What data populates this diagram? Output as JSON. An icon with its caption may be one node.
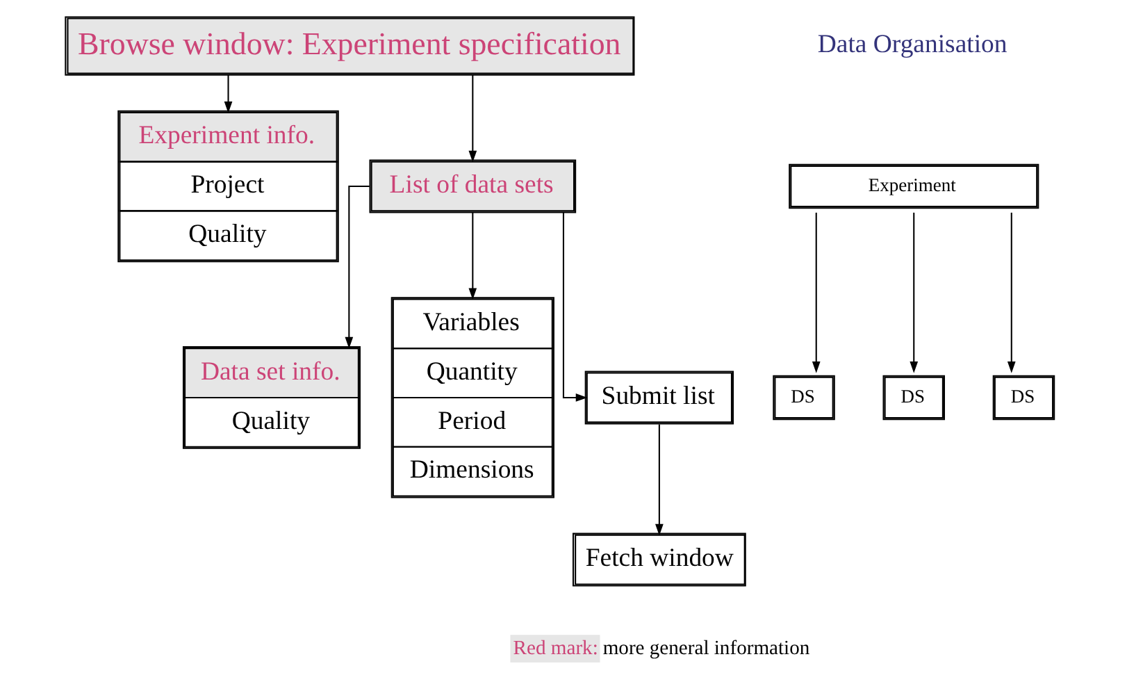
{
  "diagram": {
    "nodes": [
      {
        "text": [
          "Browse window: Experiment specification"
        ]
      },
      {
        "text": [
          "Experiment info.",
          "Project",
          "Quality"
        ]
      },
      {
        "text": [
          "List of data sets"
        ]
      },
      {
        "text": [
          "Data set info.",
          "Quality"
        ]
      },
      {
        "text": [
          "Variables",
          "Quantity",
          "Period",
          "Dimensions"
        ]
      },
      {
        "text": [
          "Submit list"
        ]
      },
      {
        "text": [
          "Fetch window"
        ]
      },
      {
        "text": [
          "Experiment"
        ]
      },
      {
        "text": [
          "DS"
        ]
      },
      {
        "text": [
          "DS"
        ]
      },
      {
        "text": [
          "DS"
        ]
      }
    ],
    "edges": [
      {
        "from": 0,
        "to": 1,
        "arrow": "to"
      },
      {
        "from": 0,
        "to": 2,
        "arrow": "to"
      },
      {
        "from": 2,
        "to": 3,
        "arrow": "to"
      },
      {
        "from": 2,
        "to": 4,
        "arrow": "to"
      },
      {
        "from": 2,
        "to": 5,
        "arrow": "to"
      },
      {
        "from": 5,
        "to": 6,
        "arrow": "to"
      },
      {
        "from": 7,
        "to": 8,
        "arrow": "to"
      },
      {
        "from": 7,
        "to": 9,
        "arrow": "to"
      },
      {
        "from": 7,
        "to": 10,
        "arrow": "to"
      }
    ],
    "labels": [
      "Data Organisation",
      "Red mark:",
      "more general information"
    ]
  }
}
